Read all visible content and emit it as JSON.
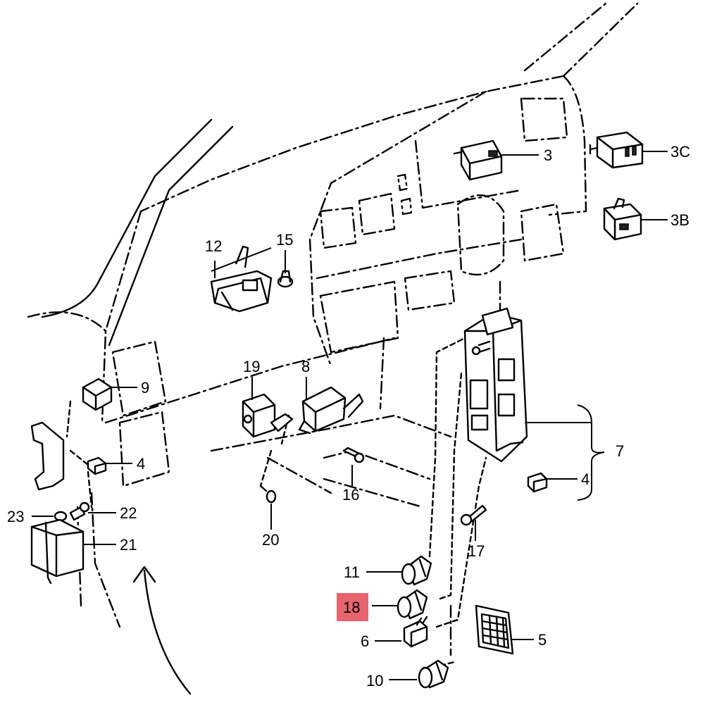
{
  "highlight_color": "#e8646e",
  "callouts": {
    "c3": "3",
    "c3c": "3C",
    "c3b": "3B",
    "c12": "12",
    "c15": "15",
    "c9": "9",
    "c19": "19",
    "c8": "8",
    "c4a": "4",
    "c4b": "4",
    "c7": "7",
    "c16": "16",
    "c20": "20",
    "c23": "23",
    "c22": "22",
    "c21": "21",
    "c17": "17",
    "c11": "11",
    "c18": "18",
    "c6": "6",
    "c5": "5",
    "c10": "10"
  }
}
